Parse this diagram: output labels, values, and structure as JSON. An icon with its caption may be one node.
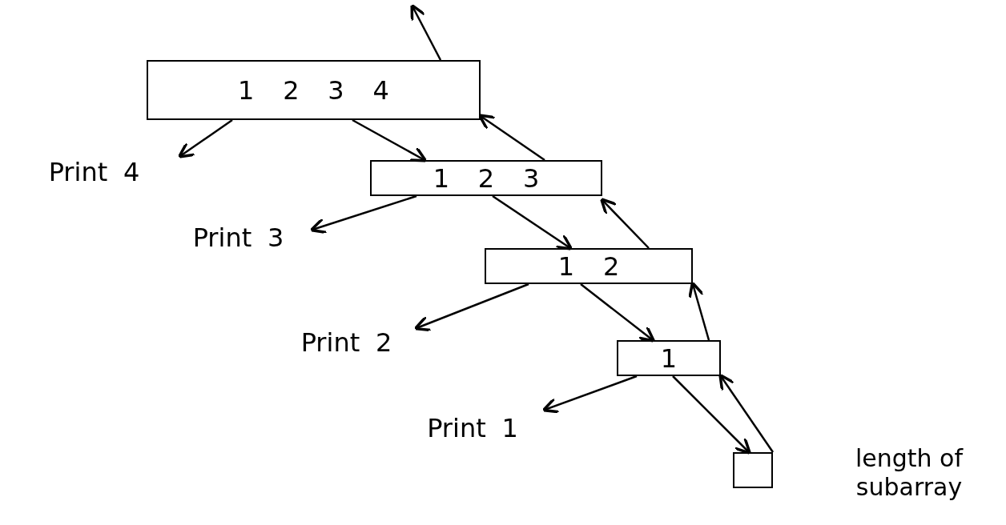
{
  "diagram": {
    "nodes": [
      {
        "text": [
          "1 2 3 4"
        ]
      },
      {
        "text": [
          "Print 4"
        ]
      },
      {
        "text": [
          "1 2 3"
        ]
      },
      {
        "text": [
          "Print 3"
        ]
      },
      {
        "text": [
          "1 2"
        ]
      },
      {
        "text": [
          "Print 2"
        ]
      },
      {
        "text": [
          "1"
        ]
      },
      {
        "text": [
          "Print 1"
        ]
      },
      {
        "text": [],
        "shape": "box"
      }
    ],
    "edges": [
      {
        "from": 0,
        "to": 1,
        "arrow": "to"
      },
      {
        "from": 0,
        "to": 2,
        "arrow": "to"
      },
      {
        "from": 2,
        "to": 0,
        "arrow": "to"
      },
      {
        "from": 0,
        "to": null,
        "arrow": "to"
      },
      {
        "from": 2,
        "to": 3,
        "arrow": "to"
      },
      {
        "from": 2,
        "to": 4,
        "arrow": "to"
      },
      {
        "from": 4,
        "to": 2,
        "arrow": "to"
      },
      {
        "from": 4,
        "to": 5,
        "arrow": "to"
      },
      {
        "from": 4,
        "to": 6,
        "arrow": "to"
      },
      {
        "from": 6,
        "to": 4,
        "arrow": "to"
      },
      {
        "from": 6,
        "to": 7,
        "arrow": "to"
      },
      {
        "from": 6,
        "to": 8,
        "arrow": "to"
      },
      {
        "from": 8,
        "to": 6,
        "arrow": "to"
      }
    ],
    "labels": [
      "length of subarray"
    ]
  }
}
